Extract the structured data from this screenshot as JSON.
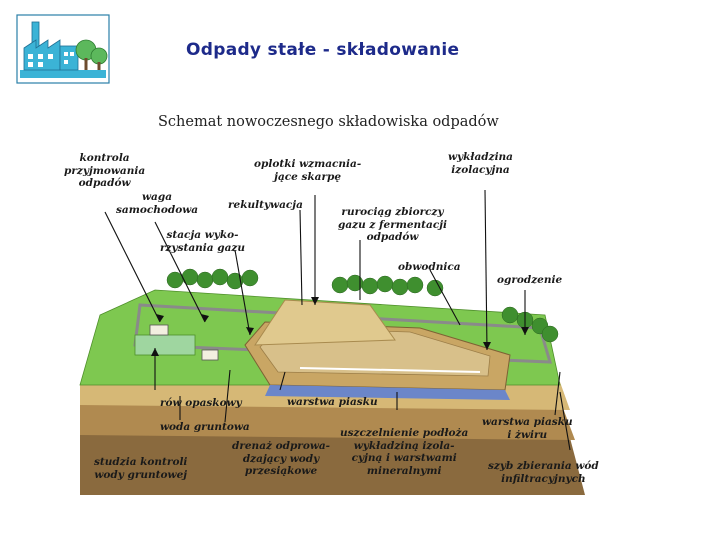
{
  "slide": {
    "title": "Odpady stałe - składowanie"
  },
  "logo": {
    "icon": "factory-trees-icon"
  },
  "diagram": {
    "title": "Schemat nowoczesnego składowiska odpadów",
    "labels": {
      "kontrola": "kontrola\nprzyjmowania\nodpadów",
      "waga": "waga\nsamochodowa",
      "oplotki": "oplotki wzmacnia-\njące skarpę",
      "rekultywacja": "rekultywacja",
      "wykladzina": "wykładzina\nizolacyjna",
      "stacja": "stacja wyko-\nrzystania gazu",
      "rurociag": "rurociąg zbiorczy\ngazu z fermentacji\nodpadów",
      "obwodnica": "obwodnica",
      "ogrodzenie": "ogrodzenie",
      "row": "rów opaskowy",
      "woda": "woda gruntowa",
      "warstwa_piasku": "warstwa piasku",
      "studzia": "studzia kontroli\nwody gruntowej",
      "drenaz": "drenaż odprowa-\ndzający wody\nprzesiąkowe",
      "uszczelnienie": "uszczelnienie podłoża\nwykładziną izola-\ncyjną i warstwami\nmineralnymi",
      "warstwa_piasku_zwiru": "warstwa piasku\ni żwiru",
      "szyb": "szyb zbierania wód\ninfiltracyjnych"
    }
  },
  "colors": {
    "title": "#1d2a8a",
    "logo": "#3bb3d6",
    "grass": "#7ec850",
    "soil": "#c9a664",
    "deep_soil": "#8a6a3e",
    "water": "#6b86c9"
  }
}
